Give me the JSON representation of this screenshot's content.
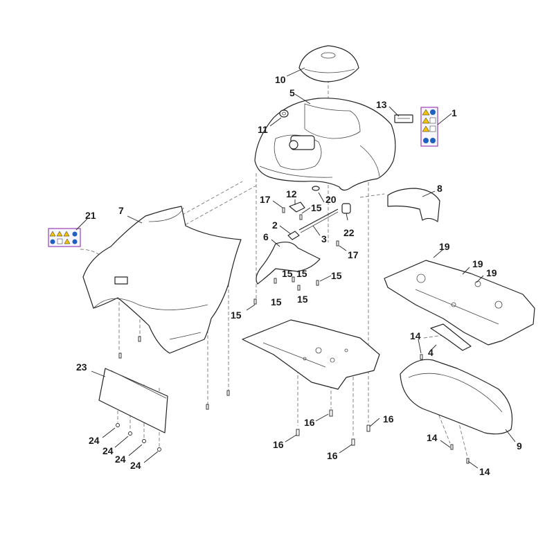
{
  "callouts": [
    {
      "id": "c1",
      "label": "1"
    },
    {
      "id": "c2",
      "label": "2"
    },
    {
      "id": "c3",
      "label": "3"
    },
    {
      "id": "c4",
      "label": "4"
    },
    {
      "id": "c5",
      "label": "5"
    },
    {
      "id": "c6",
      "label": "6"
    },
    {
      "id": "c7",
      "label": "7"
    },
    {
      "id": "c8",
      "label": "8"
    },
    {
      "id": "c9",
      "label": "9"
    },
    {
      "id": "c10",
      "label": "10"
    },
    {
      "id": "c11",
      "label": "11"
    },
    {
      "id": "c12",
      "label": "12"
    },
    {
      "id": "c13",
      "label": "13"
    },
    {
      "id": "c14a",
      "label": "14"
    },
    {
      "id": "c14b",
      "label": "14"
    },
    {
      "id": "c14c",
      "label": "14"
    },
    {
      "id": "c15a",
      "label": "15"
    },
    {
      "id": "c15b",
      "label": "15"
    },
    {
      "id": "c15c",
      "label": "15"
    },
    {
      "id": "c15d",
      "label": "15"
    },
    {
      "id": "c15e",
      "label": "15"
    },
    {
      "id": "c15f",
      "label": "15"
    },
    {
      "id": "c15g",
      "label": "15"
    },
    {
      "id": "c16a",
      "label": "16"
    },
    {
      "id": "c16b",
      "label": "16"
    },
    {
      "id": "c16c",
      "label": "16"
    },
    {
      "id": "c16d",
      "label": "16"
    },
    {
      "id": "c17a",
      "label": "17"
    },
    {
      "id": "c17b",
      "label": "17"
    },
    {
      "id": "c19a",
      "label": "19"
    },
    {
      "id": "c19b",
      "label": "19"
    },
    {
      "id": "c19c",
      "label": "19"
    },
    {
      "id": "c20",
      "label": "20"
    },
    {
      "id": "c21",
      "label": "21"
    },
    {
      "id": "c22",
      "label": "22"
    },
    {
      "id": "c23",
      "label": "23"
    },
    {
      "id": "c24a",
      "label": "24"
    },
    {
      "id": "c24b",
      "label": "24"
    },
    {
      "id": "c24c",
      "label": "24"
    },
    {
      "id": "c24d",
      "label": "24"
    }
  ],
  "colors": {
    "line": "#222222",
    "decal_frame": "#9b3fb3",
    "warning_yellow": "#f2c200",
    "info_blue": "#1f5fbf"
  }
}
